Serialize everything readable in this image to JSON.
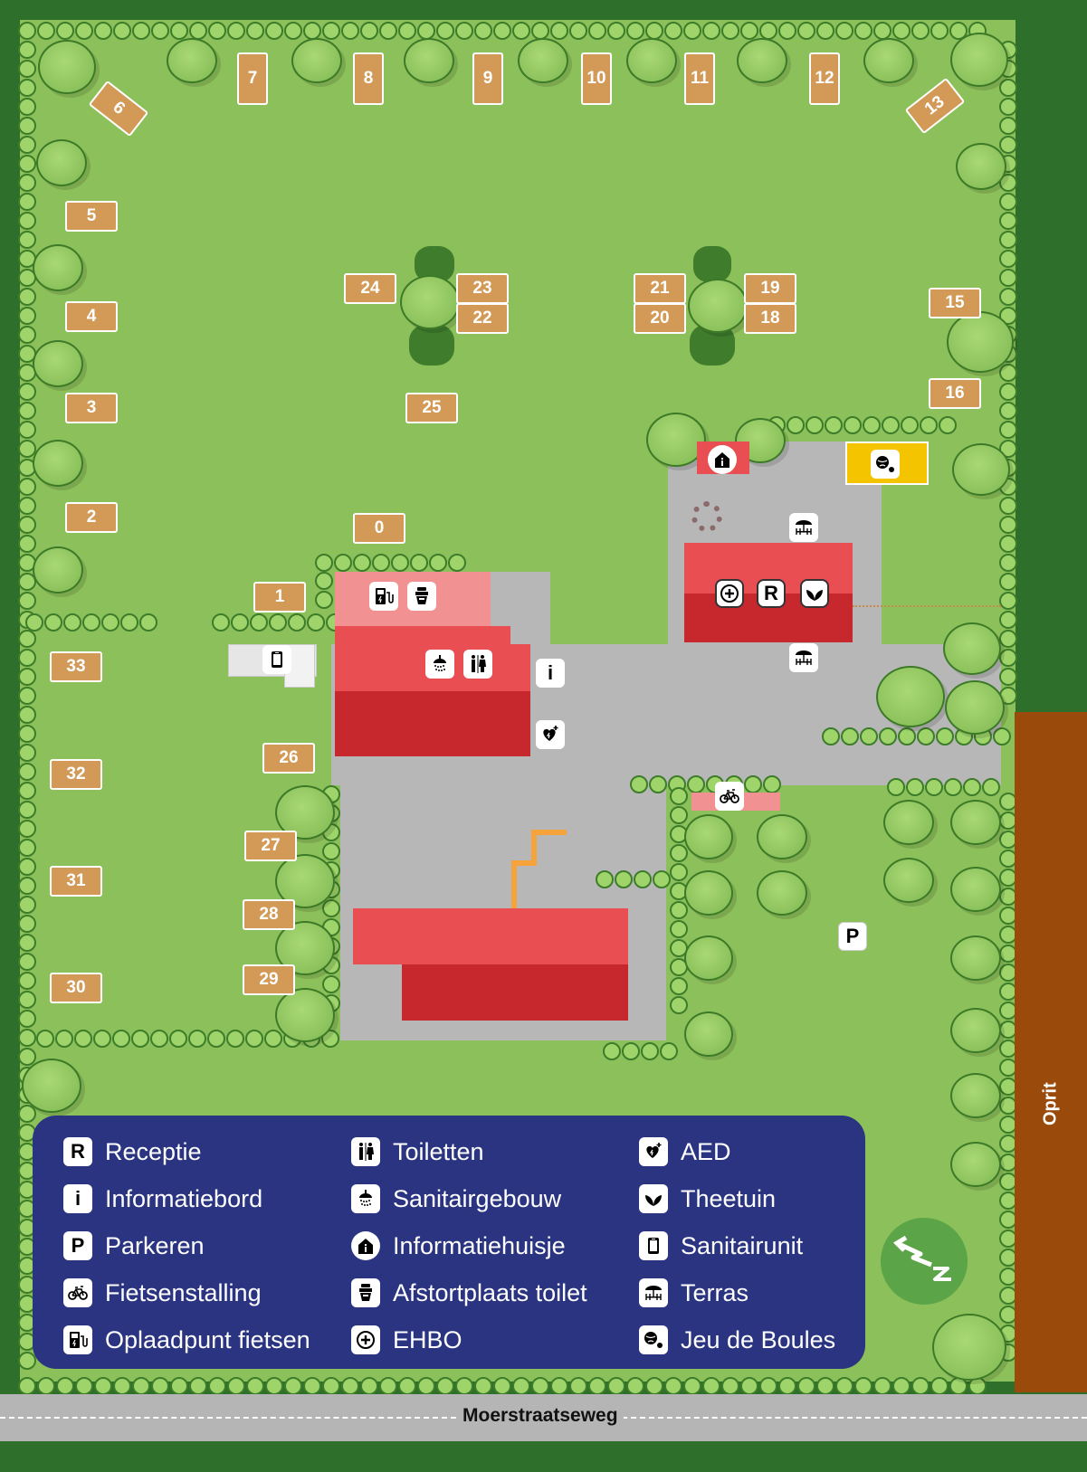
{
  "pitches": [
    {
      "n": "0"
    },
    {
      "n": "1"
    },
    {
      "n": "2"
    },
    {
      "n": "3"
    },
    {
      "n": "4"
    },
    {
      "n": "5"
    },
    {
      "n": "6"
    },
    {
      "n": "7"
    },
    {
      "n": "8"
    },
    {
      "n": "9"
    },
    {
      "n": "10"
    },
    {
      "n": "11"
    },
    {
      "n": "12"
    },
    {
      "n": "13"
    },
    {
      "n": "15"
    },
    {
      "n": "16"
    },
    {
      "n": "18"
    },
    {
      "n": "19"
    },
    {
      "n": "20"
    },
    {
      "n": "21"
    },
    {
      "n": "22"
    },
    {
      "n": "23"
    },
    {
      "n": "24"
    },
    {
      "n": "25"
    },
    {
      "n": "26"
    },
    {
      "n": "27"
    },
    {
      "n": "28"
    },
    {
      "n": "29"
    },
    {
      "n": "30"
    },
    {
      "n": "31"
    },
    {
      "n": "32"
    },
    {
      "n": "33"
    }
  ],
  "map_icons": {
    "receptie": "R",
    "informatiebord": "i",
    "parkeren": "P"
  },
  "roads": {
    "oprit": "Oprit",
    "street": "Moerstraatseweg"
  },
  "legend": {
    "receptie": {
      "letter": "R",
      "label": "Receptie"
    },
    "informatiebord": {
      "letter": "i",
      "label": "Informatiebord"
    },
    "parkeren": {
      "letter": "P",
      "label": "Parkeren"
    },
    "fietsenstalling": {
      "label": "Fietsenstalling"
    },
    "oplaadpunt": {
      "label": "Oplaadpunt fietsen"
    },
    "toiletten": {
      "label": "Toiletten"
    },
    "sanitairgebouw": {
      "label": "Sanitairgebouw"
    },
    "informatiehuisje": {
      "label": "Informatiehuisje"
    },
    "afstortplaats": {
      "label": "Afstortplaats toilet"
    },
    "ehbo": {
      "label": "EHBO"
    },
    "aed": {
      "label": "AED"
    },
    "theetuin": {
      "label": "Theetuin"
    },
    "sanitairunit": {
      "label": "Sanitairunit"
    },
    "terras": {
      "label": "Terras"
    },
    "jeu_de_boules": {
      "label": "Jeu de Boules"
    }
  },
  "colors": {
    "grass": "#8cc05a",
    "pitch": "#d39a57",
    "roof_light": "#e84e52",
    "roof_dark": "#c7282e",
    "paving": "#b7b7b7",
    "legend_bg": "#2b3481",
    "oprit": "#9a4b0b"
  }
}
